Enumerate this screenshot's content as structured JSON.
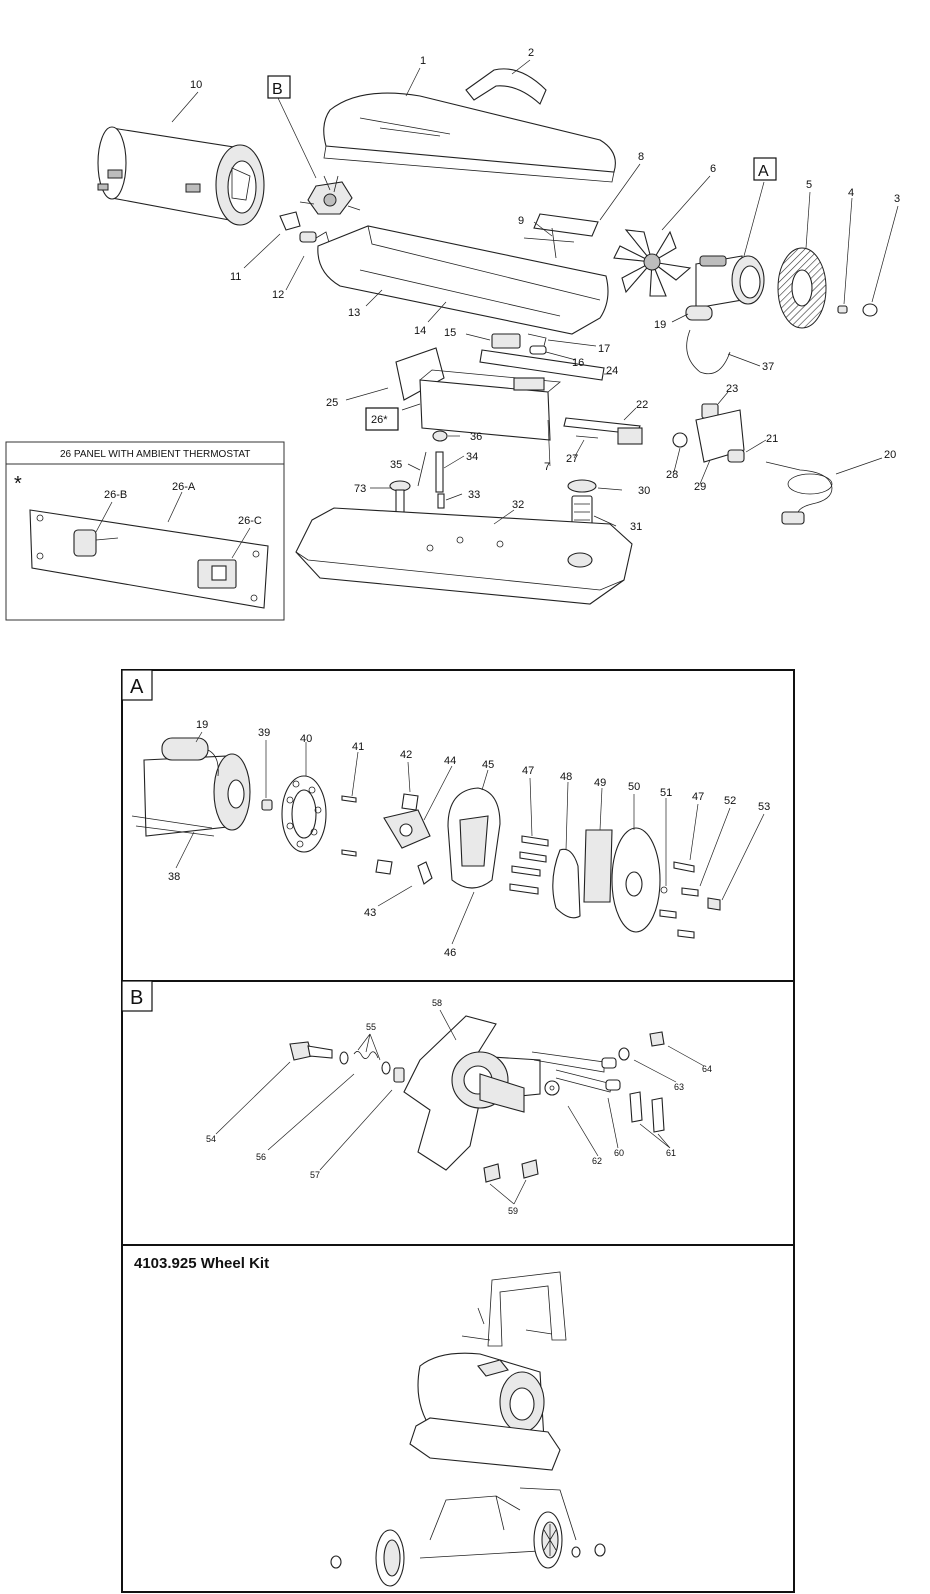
{
  "main": {
    "callout_A": "A",
    "callout_B": "B",
    "callout_26": "26*",
    "labels": [
      "1",
      "2",
      "3",
      "4",
      "5",
      "6",
      "8",
      "9",
      "10",
      "11",
      "12",
      "13",
      "14",
      "15",
      "16",
      "17",
      "19",
      "20",
      "21",
      "22",
      "23",
      "24",
      "25",
      "7",
      "27",
      "28",
      "29",
      "30",
      "31",
      "32",
      "33",
      "34",
      "35",
      "36",
      "37",
      "73"
    ]
  },
  "inset": {
    "title": "26 PANEL WITH AMBIENT THERMOSTAT",
    "asterisk": "*",
    "labels": [
      "26-B",
      "26-A",
      "26-C"
    ]
  },
  "section_A": {
    "letter": "A",
    "labels": [
      "19",
      "39",
      "40",
      "41",
      "42",
      "44",
      "45",
      "47",
      "48",
      "49",
      "50",
      "51",
      "47",
      "52",
      "53",
      "38",
      "43",
      "46"
    ]
  },
  "section_B": {
    "letter": "B",
    "labels": [
      "58",
      "55",
      "54",
      "56",
      "57",
      "59",
      "62",
      "60",
      "61",
      "63",
      "64"
    ]
  },
  "wheel_kit": {
    "title": "4103.925 Wheel Kit"
  },
  "colors": {
    "line": "#222222",
    "frame": "#111111",
    "fill_light": "#e9e9e9",
    "fill_dark": "#bdbdbd"
  }
}
